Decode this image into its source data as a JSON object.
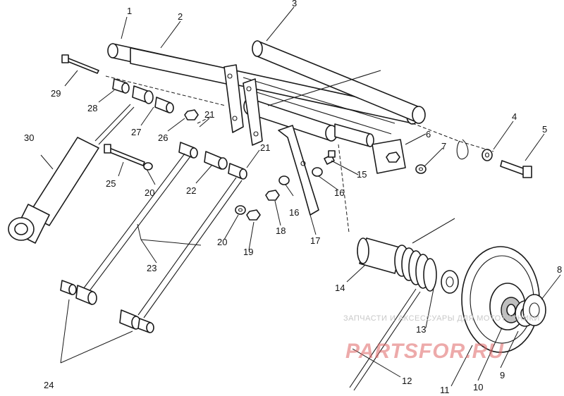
{
  "callouts": [
    "1",
    "2",
    "3",
    "4",
    "5",
    "6",
    "7",
    "8",
    "9",
    "10",
    "11",
    "12",
    "13",
    "14",
    "15",
    "16",
    "16",
    "17",
    "18",
    "19",
    "20",
    "20",
    "21",
    "21",
    "22",
    "23",
    "24",
    "25",
    "26",
    "27",
    "28",
    "29",
    "30"
  ],
  "watermark": {
    "line": "ЗАПЧАСТИ И АКСЕССУАРЫ ДЛЯ МОТОТЕХНИКИ",
    "logo": "PARTSFOR.RU"
  },
  "colors": {
    "ink": "#1a1a1a",
    "watermark_logo": "#e06666",
    "watermark_line": "#c8c8c8"
  }
}
